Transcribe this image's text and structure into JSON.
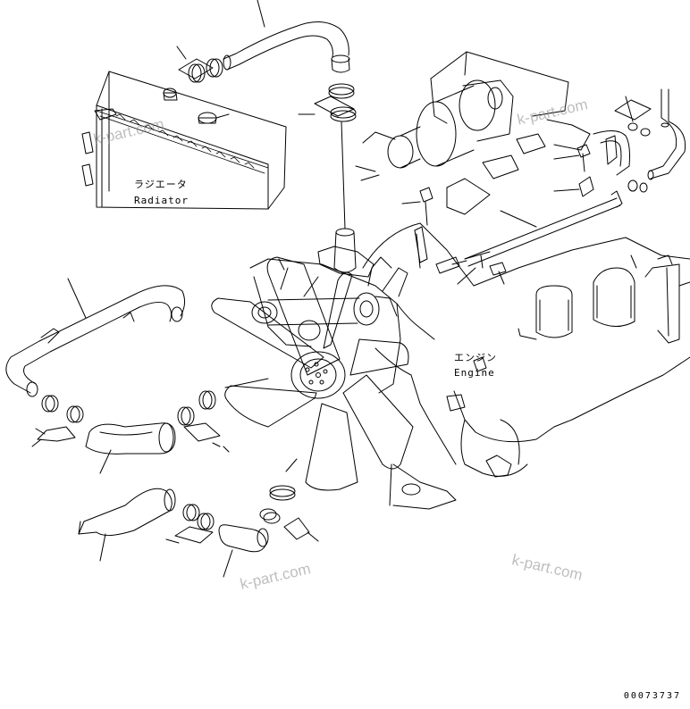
{
  "labels": {
    "radiator_jp": "ラジエータ",
    "radiator_en": "Radiator",
    "engine_jp": "エンジン",
    "engine_en": "Engine"
  },
  "watermark": "k-part.com",
  "part_number": "00073737",
  "colors": {
    "line": "#000000",
    "watermark": "#8a8a8a",
    "background": "#ffffff"
  }
}
